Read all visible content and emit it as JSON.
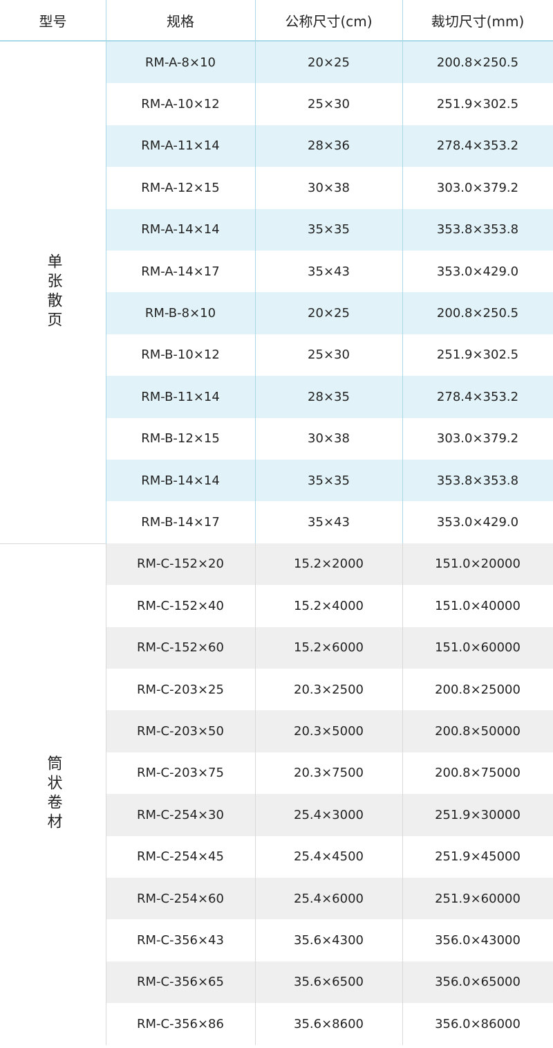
{
  "headers": [
    "型号",
    "规格",
    "公称尺寸(cm)",
    "裁切尺寸(mm)"
  ],
  "colors": {
    "stripe_a": "#e1f3f8",
    "stripe_c": "#efefef",
    "line_a": "#a9d8e6",
    "line_c": "#d9d9d9"
  },
  "groups": [
    {
      "label": "单张散页",
      "rows": [
        [
          "RM-A-8×10",
          "20×25",
          "200.8×250.5"
        ],
        [
          "RM-A-10×12",
          "25×30",
          "251.9×302.5"
        ],
        [
          "RM-A-11×14",
          "28×36",
          "278.4×353.2"
        ],
        [
          "RM-A-12×15",
          "30×38",
          "303.0×379.2"
        ],
        [
          "RM-A-14×14",
          "35×35",
          "353.8×353.8"
        ],
        [
          "RM-A-14×17",
          "35×43",
          "353.0×429.0"
        ],
        [
          "RM-B-8×10",
          "20×25",
          "200.8×250.5"
        ],
        [
          "RM-B-10×12",
          "25×30",
          "251.9×302.5"
        ],
        [
          "RM-B-11×14",
          "28×35",
          "278.4×353.2"
        ],
        [
          "RM-B-12×15",
          "30×38",
          "303.0×379.2"
        ],
        [
          "RM-B-14×14",
          "35×35",
          "353.8×353.8"
        ],
        [
          "RM-B-14×17",
          "35×43",
          "353.0×429.0"
        ]
      ]
    },
    {
      "label": "筒状卷材",
      "rows": [
        [
          "RM-C-152×20",
          "15.2×2000",
          "151.0×20000"
        ],
        [
          "RM-C-152×40",
          "15.2×4000",
          "151.0×40000"
        ],
        [
          "RM-C-152×60",
          "15.2×6000",
          "151.0×60000"
        ],
        [
          "RM-C-203×25",
          "20.3×2500",
          "200.8×25000"
        ],
        [
          "RM-C-203×50",
          "20.3×5000",
          "200.8×50000"
        ],
        [
          "RM-C-203×75",
          "20.3×7500",
          "200.8×75000"
        ],
        [
          "RM-C-254×30",
          "25.4×3000",
          "251.9×30000"
        ],
        [
          "RM-C-254×45",
          "25.4×4500",
          "251.9×45000"
        ],
        [
          "RM-C-254×60",
          "25.4×6000",
          "251.9×60000"
        ],
        [
          "RM-C-356×43",
          "35.6×4300",
          "356.0×43000"
        ],
        [
          "RM-C-356×65",
          "35.6×6500",
          "356.0×65000"
        ],
        [
          "RM-C-356×86",
          "35.6×8600",
          "356.0×86000"
        ]
      ]
    }
  ]
}
